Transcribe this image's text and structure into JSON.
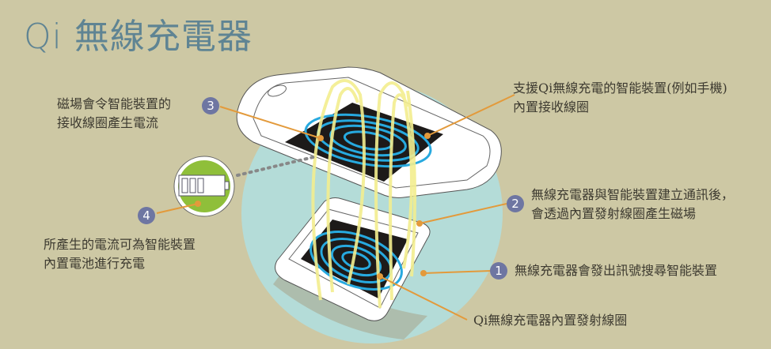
{
  "title": "Qi 無線充電器",
  "steps": [
    {
      "number": "1",
      "lines": [
        "無線充電器會發出訊號搜尋智能裝置"
      ]
    },
    {
      "number": "2",
      "lines": [
        "無線充電器與智能裝置建立通訊後，",
        "會透過內置發射線圈產生磁場"
      ]
    },
    {
      "number": "3",
      "lines": [
        "磁場會令智能裝置的",
        "接收線圈產生電流"
      ]
    },
    {
      "number": "4",
      "lines": [
        "所產生的電流可為智能裝置",
        "內置電池進行充電"
      ]
    }
  ],
  "annotations": {
    "receiver": [
      "支援Qi無線充電的智能裝置(例如手機)",
      "內置接收線圈"
    ],
    "transmitter": "Qi無線充電器內置發射線圈"
  },
  "colors": {
    "background": "#cdc8a4",
    "title": "#5f8493",
    "badge": "#6e76a2",
    "leader_line": "#e39a3b",
    "coil": "#27a9df",
    "field": "#f3ee8f",
    "circle": "#b4dcd8",
    "battery": "#8fbf3a"
  }
}
